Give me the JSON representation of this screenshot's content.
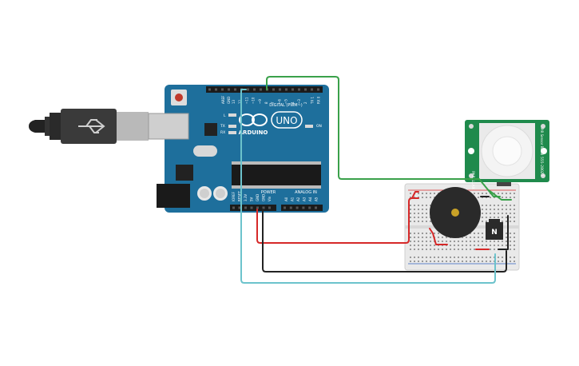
{
  "board": {
    "brand": "ARDUINO",
    "model": "UNO",
    "digital_label": "DIGITAL (PWM~)",
    "power_label": "POWER",
    "analog_label": "ANALOG IN",
    "on_label": "ON",
    "led_l": "L",
    "led_tx": "TX",
    "led_rx": "RX",
    "aref": "AREF",
    "gnd": "GND",
    "digital_pins": [
      "13",
      "12",
      "~11",
      "~10",
      "~9",
      "8",
      "7",
      "~6",
      "~5",
      "4",
      "~3",
      "2",
      "TX 1",
      "RX 0"
    ],
    "power_pins": [
      "IOREF",
      "RESET",
      "3.3V",
      "5V",
      "GND",
      "GND",
      "Vin"
    ],
    "analog_pins": [
      "A0",
      "A1",
      "A2",
      "A3",
      "A4",
      "A5"
    ]
  },
  "pir": {
    "brand": "PARALLAX",
    "part": "555-28027",
    "text": "PIR Sensor Rev B"
  },
  "transistor": {
    "label": "N"
  },
  "colors": {
    "board": "#1e6f9c",
    "wire_green": "#3aa14a",
    "wire_red": "#d62828",
    "wire_black": "#222222",
    "wire_cyan": "#6cc3cc",
    "pir_board": "#1f8a4c"
  }
}
